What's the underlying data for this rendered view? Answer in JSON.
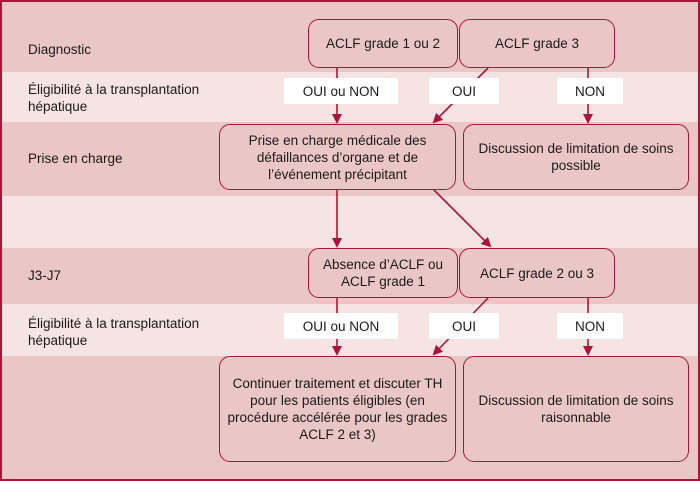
{
  "rows": {
    "diagnostic": "Diagnostic",
    "eligibility_1": "Éligibilité à la transplantation hépatique",
    "management": "Prise en charge",
    "day": "J3-J7",
    "eligibility_2": "Éligibilité à la transplantation hépatique"
  },
  "nodes": {
    "aclf_1_2": "ACLF grade 1 ou 2",
    "aclf_3": "ACLF grade 3",
    "medical_care": "Prise en charge médicale des défaillances d’organe et de l’événement précipitant",
    "limitation_possible": "Discussion de limitation de soins possible",
    "no_aclf": "Absence d’ACLF ou ACLF grade 1",
    "aclf_2_3": "ACLF grade 2 ou 3",
    "continue_treatment": "Continuer traitement et discuter TH pour les patients éligibles (en procédure accélérée pour les grades ACLF 2 et 3)",
    "limitation_reasonable": "Discussion de limitation de soins raisonnable"
  },
  "tags": {
    "oui_ou_non_1": "OUI ou NON",
    "oui_1": "OUI",
    "non_1": "NON",
    "oui_ou_non_2": "OUI ou NON",
    "oui_2": "OUI",
    "non_2": "NON"
  },
  "colors": {
    "accent": "#a8163a",
    "band_dark": "#ebc6c6",
    "band_light": "#f6e4e4",
    "tag_bg": "#ffffff"
  }
}
